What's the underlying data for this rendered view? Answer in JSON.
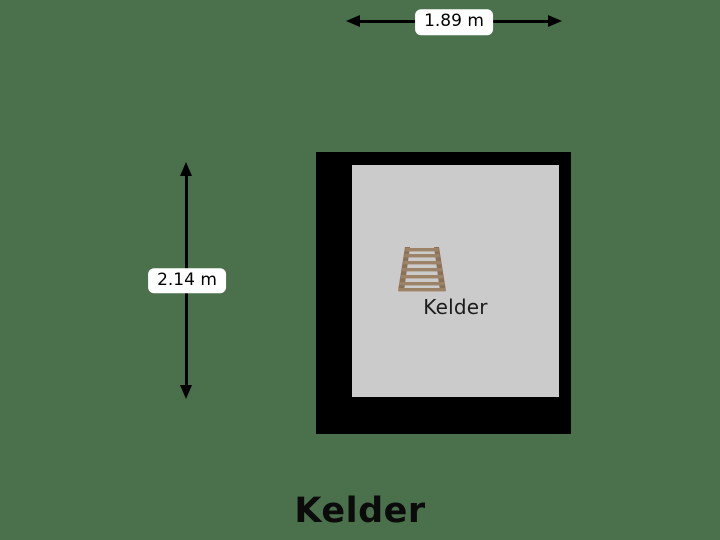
{
  "plan": {
    "title": "Kelder",
    "background_color": "#4a704c"
  },
  "room": {
    "label": "Kelder",
    "wall_color": "#000000",
    "floor_color": "#cbcbcb",
    "icon": {
      "name": "stairs-icon",
      "color": "#8a7055",
      "rungs": 7
    }
  },
  "dimensions": {
    "horizontal": {
      "value": "1.89 m",
      "badge_color": "#ffffff",
      "line_color": "#000000"
    },
    "vertical": {
      "value": "2.14 m",
      "badge_color": "#ffffff",
      "line_color": "#000000"
    }
  }
}
